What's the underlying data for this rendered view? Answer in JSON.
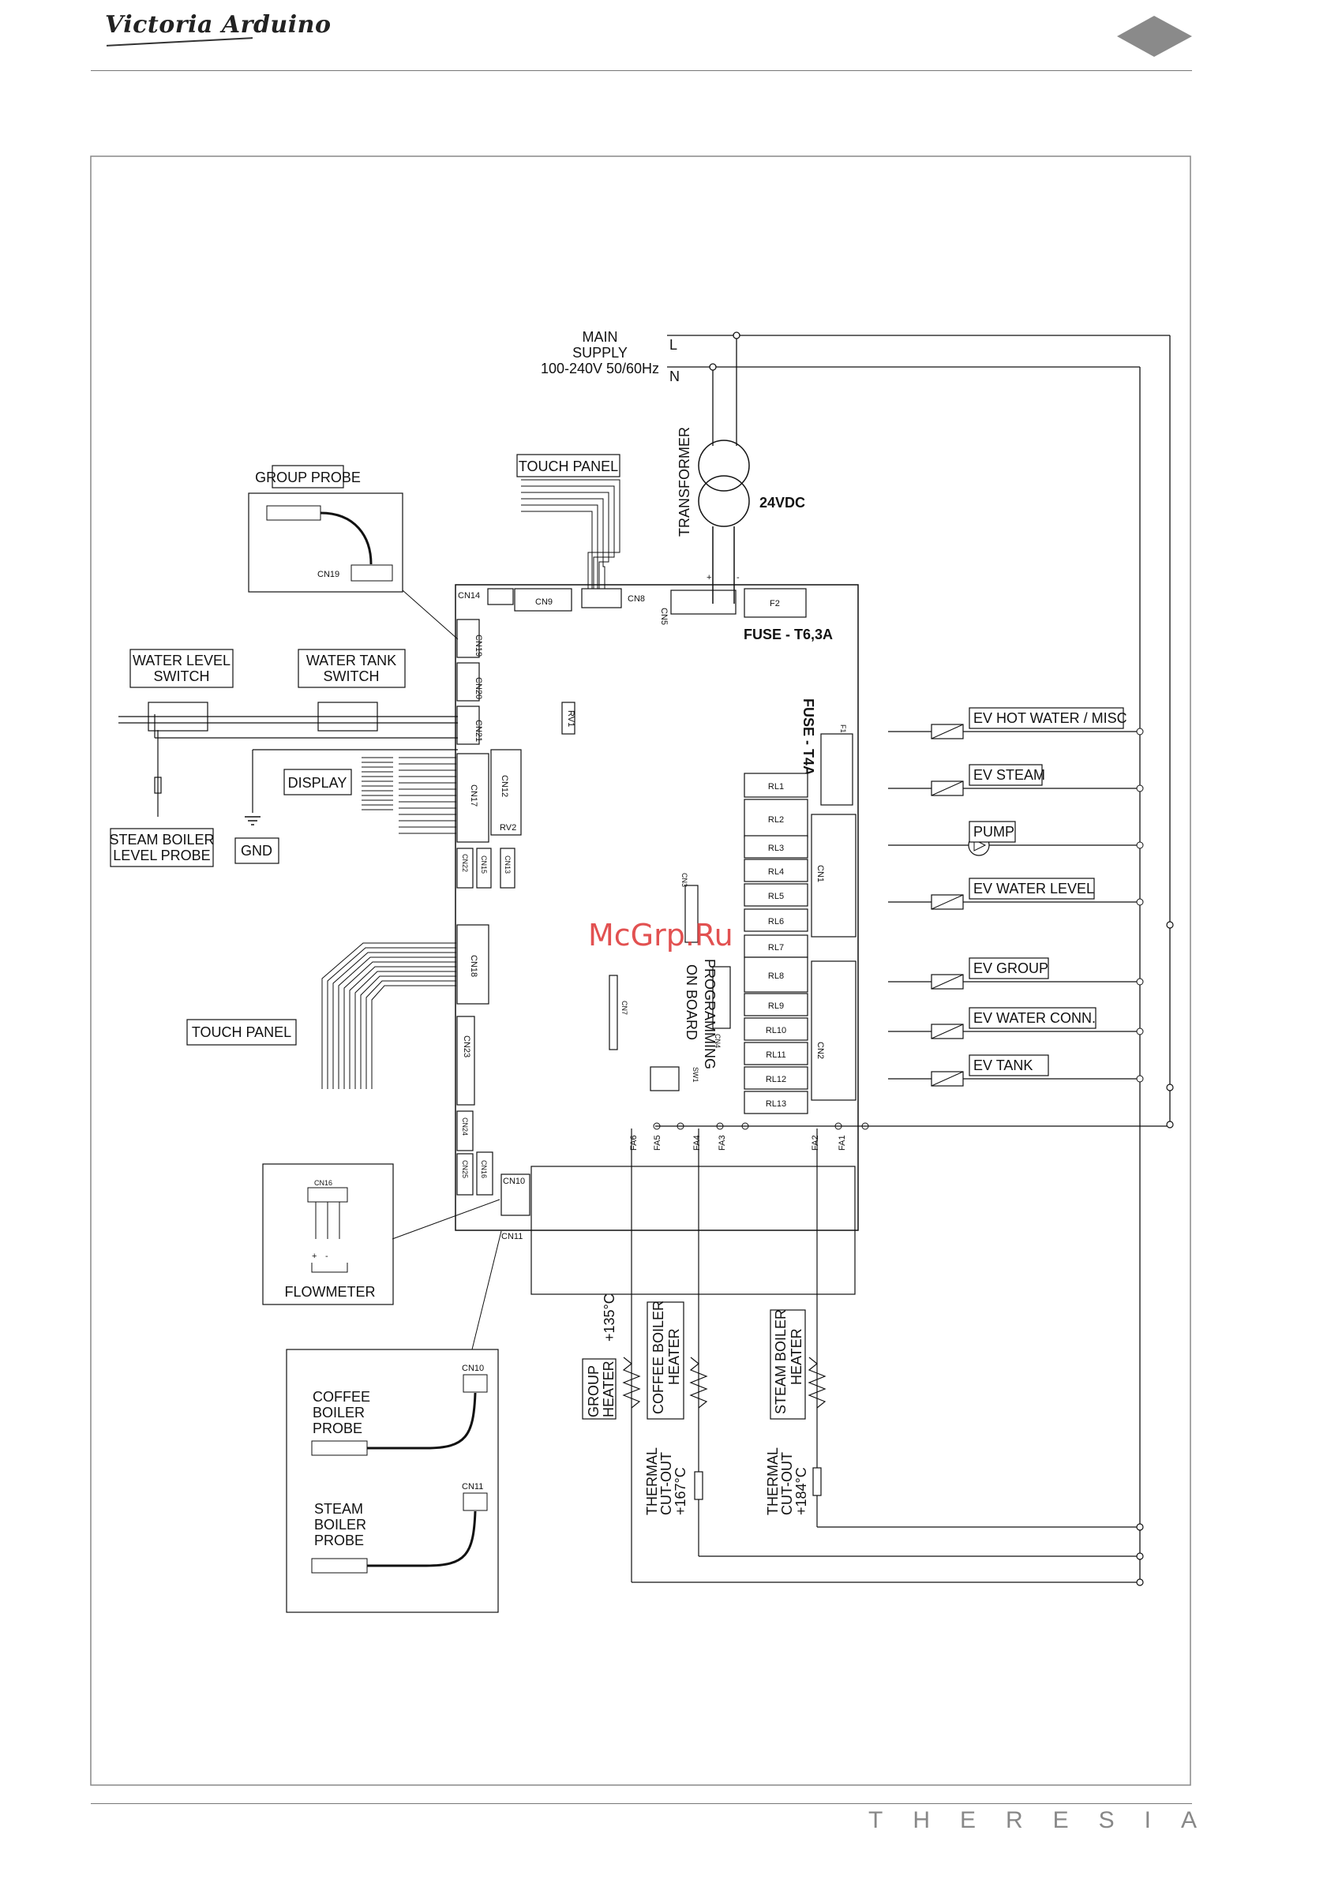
{
  "header": {
    "brand": "Victoria Arduino"
  },
  "footer": {
    "model": "THERESIA"
  },
  "watermark": "McGrp.Ru",
  "supply": {
    "title_line1": "MAIN",
    "title_line2": "SUPPLY",
    "rating": "100-240V 50/60Hz",
    "line": "L",
    "neutral": "N"
  },
  "transformer": {
    "label": "TRANSFORMER",
    "output": "24VDC",
    "plus": "+",
    "minus": "-"
  },
  "labels": {
    "group_probe": "GROUP PROBE",
    "touch_panel_top": "TOUCH PANEL",
    "water_level_switch_1": "WATER LEVEL",
    "water_level_switch_2": "SWITCH",
    "water_tank_switch_1": "WATER TANK",
    "water_tank_switch_2": "SWITCH",
    "steam_boiler_level_probe_1": "STEAM BOILER",
    "steam_boiler_level_probe_2": "LEVEL PROBE",
    "gnd": "GND",
    "display": "DISPLAY",
    "touch_panel_side": "TOUCH PANEL",
    "flowmeter": "FLOWMETER",
    "coffee_boiler_probe": [
      "COFFEE",
      "BOILER",
      "PROBE"
    ],
    "steam_boiler_probe": [
      "STEAM",
      "BOILER",
      "PROBE"
    ],
    "fuse_main": "FUSE - T6,3A",
    "fuse_board": "FUSE - T4A",
    "programming_1": "PROGRAMMING",
    "programming_2": "ON BOARD"
  },
  "connectors": {
    "cn19": "CN19",
    "cn14": "CN14",
    "cn9": "CN9",
    "cn8": "CN8",
    "cn5": "CN5",
    "f2": "F2",
    "f1": "F1",
    "cn20": "CN20",
    "cn21": "CN21",
    "rv1": "RV1",
    "cn17": "CN17",
    "cn12": "CN12",
    "rv2": "RV2",
    "cn22": "CN22",
    "cn15": "CN15",
    "cn13": "CN13",
    "cn18": "CN18",
    "cn23": "CN23",
    "cn24": "CN24",
    "cn25": "CN25",
    "cn16": "CN16",
    "cn10": "CN10",
    "cn11": "CN11",
    "cn3": "CN3",
    "cn4": "CN4",
    "cn7": "CN7",
    "sw1": "SW1",
    "cn1": "CN1",
    "cn2": "CN2"
  },
  "relays": [
    "RL1",
    "RL2",
    "RL3",
    "RL4",
    "RL5",
    "RL6",
    "RL7",
    "RL8",
    "RL9",
    "RL10",
    "RL11",
    "RL12",
    "RL13"
  ],
  "loads": [
    "EV HOT WATER / MISC",
    "EV STEAM",
    "PUMP",
    "EV WATER LEVEL",
    "EV GROUP",
    "EV WATER CONN.",
    "EV TANK"
  ],
  "fa_terminals": [
    "FA6",
    "FA5",
    "FA4",
    "FA3",
    "FA2",
    "FA1"
  ],
  "heaters": {
    "group_1": "GROUP",
    "group_2": "HEATER",
    "group_temp": "+135°C",
    "coffee_1": "COFFEE BOILER",
    "coffee_2": "HEATER",
    "steam_1": "STEAM BOILER",
    "steam_2": "HEATER",
    "cutout_coffee": [
      "THERMAL",
      "CUT-OUT",
      "+167°C"
    ],
    "cutout_steam": [
      "THERMAL",
      "CUT-OUT",
      "+184°C"
    ]
  },
  "flowmeter_pins": {
    "plus": "+",
    "minus": "-"
  }
}
